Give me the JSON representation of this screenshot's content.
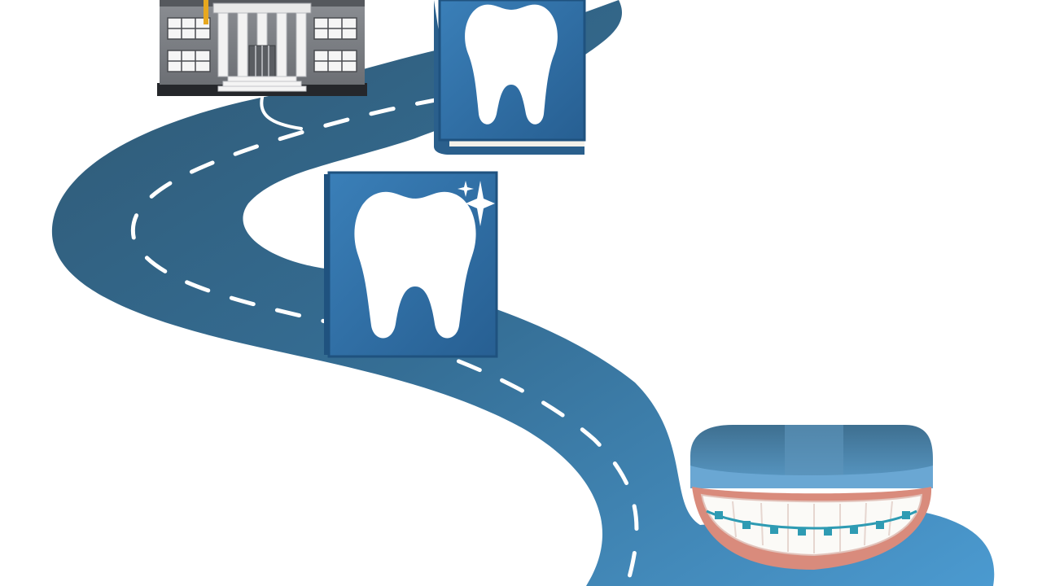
{
  "illustration": {
    "elements": [
      "winding-road",
      "school-building",
      "tooth-book",
      "sparkling-tooth-tile",
      "braces-smile"
    ],
    "colors": {
      "road_dark": "#2f5873",
      "road_light": "#4b9ad0",
      "road_dash": "#ffffff",
      "tile_blue": "#2f6fa6",
      "tile_border": "#1f527f",
      "tooth_white": "#ffffff",
      "building_gray": "#7c7f84",
      "building_dark": "#25272b",
      "column_white": "#f2f2f2",
      "gum_pink": "#d98b7c",
      "teeth_white": "#fbfaf7",
      "braces_teal": "#2e9bb3",
      "mouthguard_blue": "#3b84b8",
      "accent_gold": "#e7a81f"
    }
  }
}
